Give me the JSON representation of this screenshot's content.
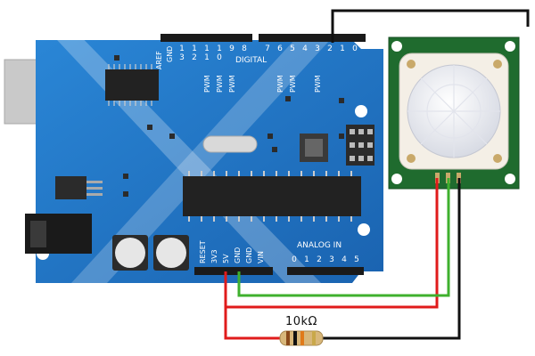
{
  "board": {
    "digital_header_label": "DIGITAL",
    "top_pins_left": [
      "AREF",
      "GND"
    ],
    "top_pins_high": [
      "13",
      "12",
      "11",
      "10",
      "9",
      "8"
    ],
    "top_pins_low": [
      "7",
      "6",
      "5",
      "4",
      "3",
      "2",
      "1",
      "0"
    ],
    "pwm_labels": [
      "PWM",
      "PWM",
      "PWM",
      "PWM",
      "PWM",
      "PWM"
    ],
    "power_labels": [
      "RESET",
      "3V3",
      "5V",
      "GND",
      "GND",
      "VIN"
    ],
    "analog_header_label": "ANALOG IN",
    "analog_pins": [
      "0",
      "1",
      "2",
      "3",
      "4",
      "5"
    ]
  },
  "resistor": {
    "label": "10kΩ"
  },
  "colors": {
    "board_blue": "#1e6fbf",
    "sensor_green": "#1f6b2e",
    "wire_red": "#e01b1b",
    "wire_green": "#3fb02e",
    "wire_black": "#111111"
  }
}
